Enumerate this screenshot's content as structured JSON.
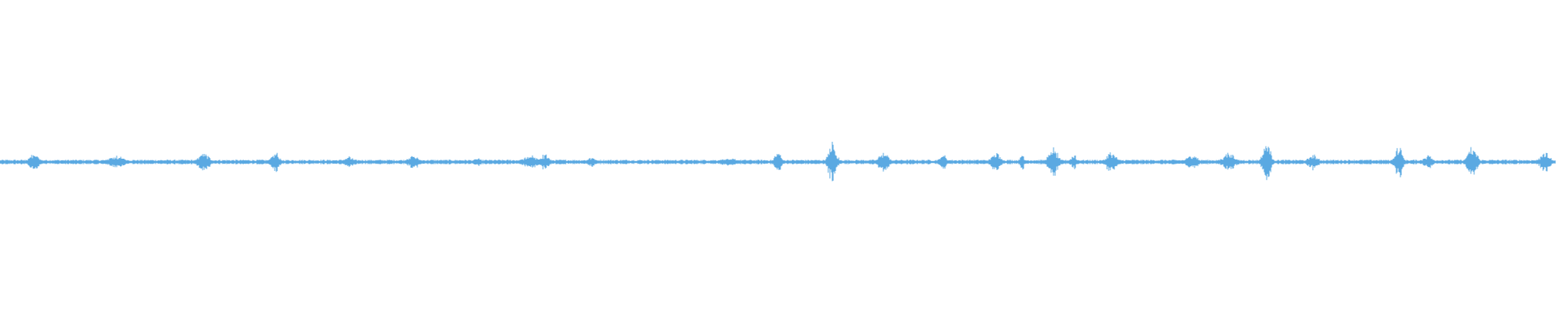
{
  "waveform": {
    "color": "#5aa9e2",
    "background": "#ffffff",
    "baseline_amplitude": 0.012,
    "bursts": [
      {
        "t": 0.022,
        "amp": 0.05,
        "w": 0.006
      },
      {
        "t": 0.075,
        "amp": 0.04,
        "w": 0.008
      },
      {
        "t": 0.131,
        "amp": 0.055,
        "w": 0.006
      },
      {
        "t": 0.177,
        "amp": 0.065,
        "w": 0.004
      },
      {
        "t": 0.224,
        "amp": 0.035,
        "w": 0.006
      },
      {
        "t": 0.266,
        "amp": 0.04,
        "w": 0.006
      },
      {
        "t": 0.307,
        "amp": 0.03,
        "w": 0.003
      },
      {
        "t": 0.341,
        "amp": 0.04,
        "w": 0.008
      },
      {
        "t": 0.35,
        "amp": 0.05,
        "w": 0.004
      },
      {
        "t": 0.38,
        "amp": 0.03,
        "w": 0.004
      },
      {
        "t": 0.468,
        "amp": 0.025,
        "w": 0.01
      },
      {
        "t": 0.5,
        "amp": 0.06,
        "w": 0.004
      },
      {
        "t": 0.535,
        "amp": 0.14,
        "w": 0.004
      },
      {
        "t": 0.568,
        "amp": 0.07,
        "w": 0.005
      },
      {
        "t": 0.606,
        "amp": 0.05,
        "w": 0.004
      },
      {
        "t": 0.64,
        "amp": 0.055,
        "w": 0.005
      },
      {
        "t": 0.657,
        "amp": 0.06,
        "w": 0.002
      },
      {
        "t": 0.677,
        "amp": 0.085,
        "w": 0.005
      },
      {
        "t": 0.69,
        "amp": 0.05,
        "w": 0.003
      },
      {
        "t": 0.714,
        "amp": 0.065,
        "w": 0.005
      },
      {
        "t": 0.766,
        "amp": 0.045,
        "w": 0.006
      },
      {
        "t": 0.79,
        "amp": 0.055,
        "w": 0.007
      },
      {
        "t": 0.814,
        "amp": 0.14,
        "w": 0.004
      },
      {
        "t": 0.844,
        "amp": 0.05,
        "w": 0.005
      },
      {
        "t": 0.899,
        "amp": 0.1,
        "w": 0.004
      },
      {
        "t": 0.918,
        "amp": 0.04,
        "w": 0.005
      },
      {
        "t": 0.946,
        "amp": 0.1,
        "w": 0.005
      },
      {
        "t": 0.993,
        "amp": 0.065,
        "w": 0.005
      }
    ]
  }
}
